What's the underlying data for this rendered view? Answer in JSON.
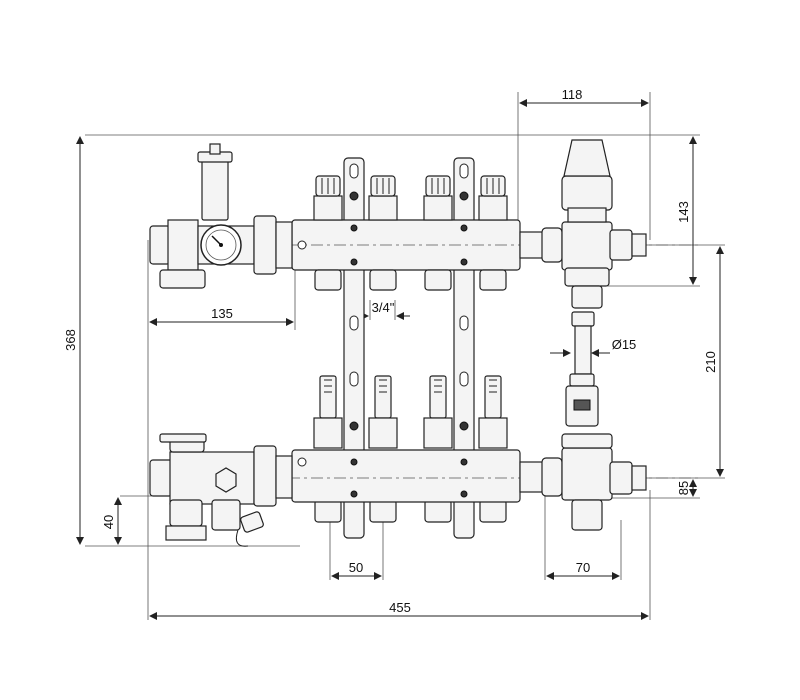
{
  "dimensions": {
    "width_top": "118",
    "height_right_upper": "143",
    "height_total": "368",
    "left_offset": "135",
    "thread": "3/4\"",
    "pipe_diameter": "Ø15",
    "height_right_mid": "210",
    "height_right_lower": "85",
    "height_left_lower": "40",
    "spacing": "50",
    "right_offset": "70",
    "width_total": "455"
  }
}
